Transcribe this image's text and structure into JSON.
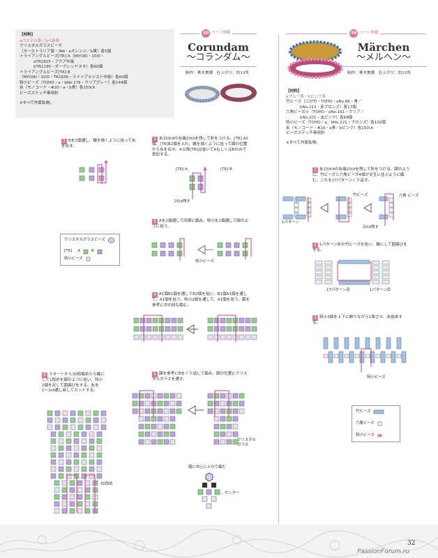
{
  "left": {
    "tag": "30ページ掲載",
    "title_en": "Corundam",
    "title_jp": "〜コランダム〜",
    "maker": "制作：青木美穂　仕上がり：約13号",
    "materials": {
      "heading": "【材料】",
      "variants": "aパステル系／bベ赤系",
      "lines": [
        "クリスタルガラスビーズ",
        "（オーストラリア製・3㎜・aオレンジ／b黒）各5個",
        "トライアングルビーズ[TR] A（MIYUKI・10/0・",
        "aTR1825・アクア中染",
        "bTR1190・ダークレッドスキ）各60個",
        "トライアングルビーズ[TR] B",
        "（MIYUKI・10/0・TR1836・ライトアメジスト中染）各60個",
        "特小ビーズ（TOHO・a・bNo.176・クリアグレー）各144個",
        "糸（モノコード・#20・a・b青）各150㎝",
        "ビーズステッチ専用針"
      ],
      "note": "※すべて作家私物。"
    },
    "legend": {
      "crystal": "クリスタルガラスビーズ",
      "tr": "[TR]",
      "a": "A",
      "b": "B",
      "seed": "特小ビーズ"
    },
    "steps": [
      {
        "n": "2",
        "text": "Bを2個通し、輪を描くように拾って糸を出す。"
      },
      {
        "n": "1",
        "text": "糸150㎝の糸端20㎝を残して針をつける。[TR] A2個、[TR]B2個を入れ、輪を描くように拾って図の位置から糸を出す。※以降[TR]は省いてAもしくはBのみで表記する。"
      },
      {
        "n": "3",
        "text": "Aを2個通して同様に編み、特小を2個通して図のように拾う。"
      },
      {
        "n": "4",
        "text": "A1個B1個を通してB2個を拾い、B1個A1個を通して、A1個を拾う。特小2個を通して、A1個を拾う。図を参考に次の段も編む。"
      },
      {
        "n": "6",
        "text": "スタートから30段編めたら輪にして1段めを図のように拾い、特小2個を足して囲繞びをする。糸を1〜2㎝通し戻してカットする。"
      },
      {
        "n": "5",
        "text": "図を参考にBをくり返して編み、図の位置にクリスタルガラスを通す。"
      }
    ],
    "labels": {
      "tra": "[TR] A",
      "trb": "[TR] B",
      "leave20": "20㎝残す",
      "tokusho": "特小ビーズ",
      "crystal_glass": "クリスタル ガラス",
      "row30": "30段め",
      "center_caption": "順に中心に入れて編む",
      "center": "センター"
    }
  },
  "right": {
    "tag": "30ページ掲載",
    "title_en": "Märchen",
    "title_jp": "〜メルヘン〜",
    "maker": "制作：青木美穂　仕上がり：約13号",
    "materials": {
      "heading": "【材料】",
      "variants": "aブルー系／bピンク系",
      "lines": [
        "竹ビーズ（二分竹・TOHO・aNo.86・青／",
        "bNo.222・赤ブロンズ）各17個",
        "六角ビーズ小（TOHO・aNo.161・クリア／",
        "bNo.201・淡ピンク）各68個",
        "特小ビーズ（TOHO・a、bNo.221・ブロンズ）各102個",
        "糸（モノコード・#20・a青／bピンク）各150㎝",
        "ビーズステッチ専用針"
      ],
      "note": "※すべて作家私物。"
    },
    "steps": [
      {
        "n": "1",
        "text": "糸150㎝の糸端20㎝を残して針をつける。図のように、竹ビーズと六角ビーズ4個が交互に並ぶように編む。これを17パターンくり返す。"
      },
      {
        "n": "2",
        "text": "1パターンめの竹ビーズを拾い、輪にして囲繞びをする。"
      },
      {
        "n": "3",
        "text": "特小3個を上下に飾りながら1周させ、糸始末する。"
      }
    ],
    "labels": {
      "bamboo": "竹ビーズ",
      "hex": "六角 ビーズ",
      "pattern1": "1パターン",
      "leave20": "20㎝残す",
      "p17": "17パターン目",
      "p1": "1パターン目",
      "tokusho": "特小ビーズ"
    },
    "legend": {
      "bamboo": "竹ビーズ",
      "hex": "六角ビーズ",
      "seed": "特小ビーズ"
    }
  },
  "footer": {
    "page_number": "32",
    "watermark": "PassionForum.ru"
  },
  "colors": {
    "accent_pink": "#d77a93",
    "bead_green": "#8fd08f",
    "bead_lilac": "#b9a3e0",
    "bead_seed": "#e6e0f2",
    "thread": "#d23d7d",
    "bamboo_blue": "#9fc3e6"
  }
}
